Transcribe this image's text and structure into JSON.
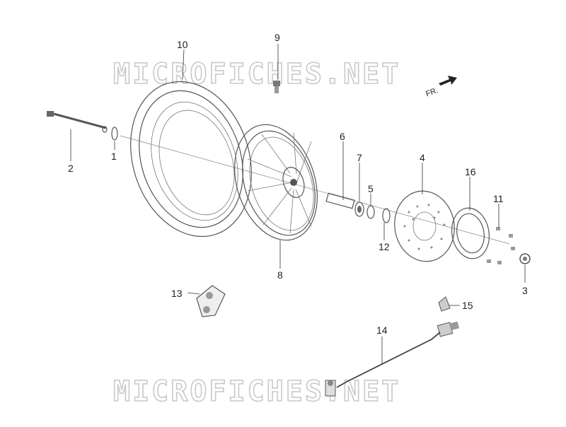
{
  "watermarks": [
    "MICROFICHES.NET",
    "MICROFICHES.NET"
  ],
  "direction_label": "FR.",
  "callouts": {
    "c1": "1",
    "c2": "2",
    "c3": "3",
    "c4": "4",
    "c5": "5",
    "c6": "6",
    "c7": "7",
    "c8": "8",
    "c9": "9",
    "c10": "10",
    "c11": "11",
    "c12": "12",
    "c13": "13",
    "c14": "14",
    "c15": "15",
    "c16": "16"
  }
}
